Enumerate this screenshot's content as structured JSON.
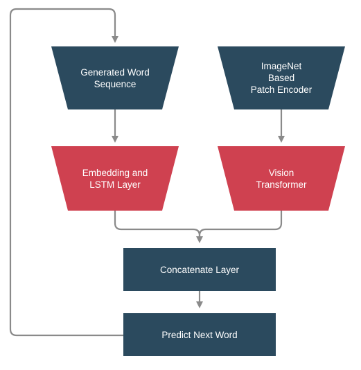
{
  "diagram": {
    "nodes": {
      "generated_word_sequence": {
        "label": "Generated Word\nSequence"
      },
      "imagenet_patch_encoder": {
        "label": "ImageNet\nBased\nPatch Encoder"
      },
      "embedding_lstm": {
        "label": "Embedding and\nLSTM Layer"
      },
      "vision_transformer": {
        "label": "Vision\nTransformer"
      },
      "concatenate_layer": {
        "label": "Concatenate Layer"
      },
      "predict_next_word": {
        "label": "Predict Next Word"
      }
    },
    "colors": {
      "dark_node": "#2b4a5e",
      "red_node": "#cf4150",
      "connector": "#8a8a8a"
    }
  }
}
